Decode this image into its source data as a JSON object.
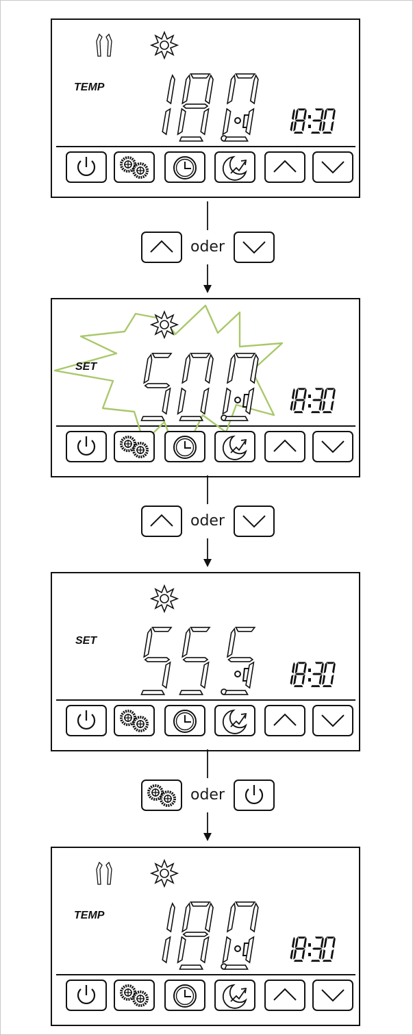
{
  "panels": [
    {
      "label": "TEMP",
      "value": "18.0",
      "unit": "°C",
      "time": "18:30",
      "fan_icon": true,
      "highlight": false
    },
    {
      "label": "SET",
      "value": "50.0",
      "unit": "°C",
      "time": "18:30",
      "fan_icon": false,
      "highlight": true
    },
    {
      "label": "SET",
      "value": "55.5",
      "unit": "°C",
      "time": "18:30",
      "fan_icon": false,
      "highlight": false
    },
    {
      "label": "TEMP",
      "value": "18.0",
      "unit": "°C",
      "time": "18:30",
      "fan_icon": true,
      "highlight": false
    }
  ],
  "buttons": [
    "power-icon",
    "gears-icon",
    "clock-icon",
    "moon-trend-icon",
    "arrow-up-icon",
    "arrow-down-icon"
  ],
  "connectors": [
    {
      "left_icon": "arrow-up-icon",
      "word": "oder",
      "right_icon": "arrow-down-icon"
    },
    {
      "left_icon": "arrow-up-icon",
      "word": "oder",
      "right_icon": "arrow-down-icon"
    },
    {
      "left_icon": "gears-icon",
      "word": "oder",
      "right_icon": "power-icon"
    }
  ],
  "colors": {
    "ink": "#111111",
    "highlight": "#a9c86a"
  }
}
